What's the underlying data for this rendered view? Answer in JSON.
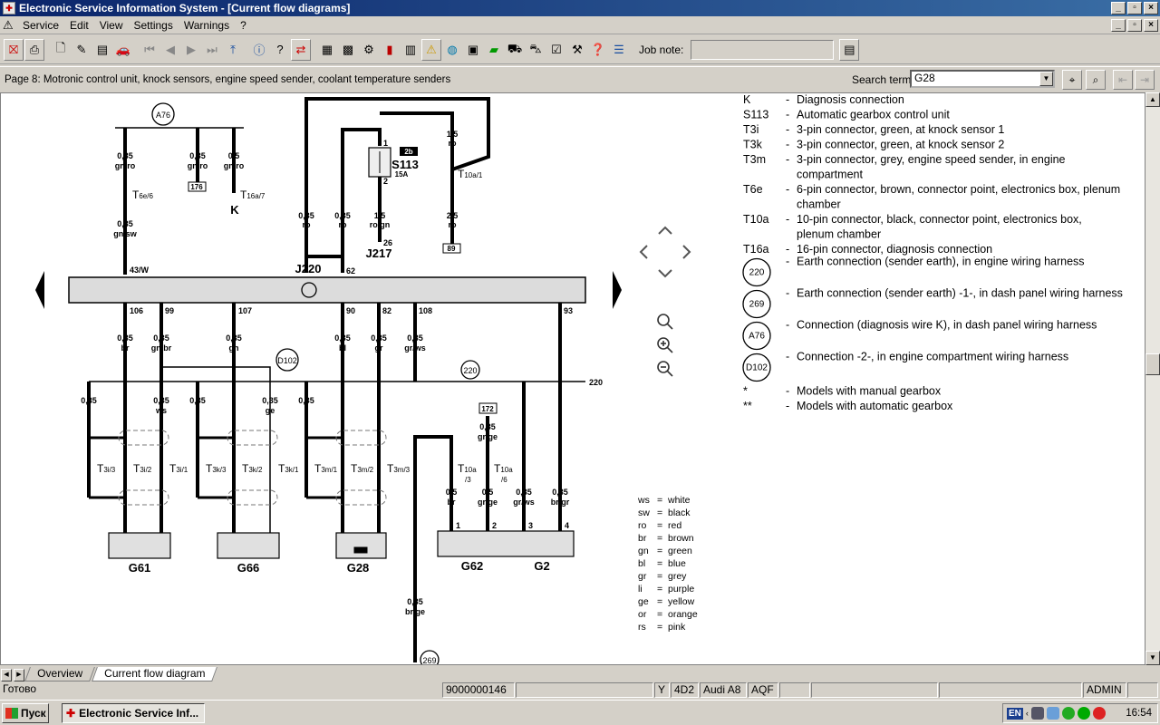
{
  "window": {
    "title": "Electronic Service Information System - [Current flow diagrams]"
  },
  "menu": [
    {
      "label": "Service"
    },
    {
      "label": "Edit"
    },
    {
      "label": "View"
    },
    {
      "label": "Settings"
    },
    {
      "label": "Warnings"
    },
    {
      "label": "?"
    }
  ],
  "toolbar": {
    "job_note_label": "Job note:",
    "job_note_value": ""
  },
  "page": {
    "title": "Page 8: Motronic control unit, knock sensors, engine speed sender, coolant temperature senders"
  },
  "search": {
    "label": "Search term:",
    "value": "G28"
  },
  "diagram": {
    "labels": {
      "a76": "A76",
      "s113": "S113",
      "fuse": "15A",
      "twob": "2b",
      "j220": "J220",
      "j217": "J217",
      "k": "K",
      "g61": "G61",
      "g66": "G66",
      "g28": "G28",
      "g62": "G62",
      "g2": "G2",
      "d102": "D102",
      "e220": "220",
      "e269": "269",
      "n176": "176",
      "n89": "89",
      "n172": "172",
      "n220line": "220"
    },
    "legend": [
      {
        "code": "K",
        "desc": "Diagnosis connection"
      },
      {
        "code": "S113",
        "desc": "Automatic gearbox control unit"
      },
      {
        "code": "T3i",
        "desc": "3-pin connector, green, at knock sensor 1"
      },
      {
        "code": "T3k",
        "desc": "3-pin connector, green, at knock sensor 2"
      },
      {
        "code": "T3m",
        "desc": "3-pin connector, grey, engine speed sender, in engine",
        "desc2": "compartment"
      },
      {
        "code": "T6e",
        "desc": "6-pin connector, brown, connector point, electronics box, plenum",
        "desc2": "chamber"
      },
      {
        "code": "T10a",
        "desc": "10-pin connector, black, connector point, electronics box,",
        "desc2": "plenum chamber"
      },
      {
        "code": "T16a",
        "desc": "16-pin connector, diagnosis connection"
      },
      {
        "code": "220",
        "circle": true,
        "desc": "Earth connection (sender earth), in engine wiring harness"
      },
      {
        "code": "269",
        "circle": true,
        "desc": "Earth connection (sender earth) -1-, in dash panel wiring harness"
      },
      {
        "code": "A76",
        "circle": true,
        "desc": "Connection (diagnosis wire K), in dash panel wiring harness"
      },
      {
        "code": "D102",
        "circle": true,
        "desc": "Connection -2-, in engine compartment wiring harness"
      },
      {
        "code": "*",
        "desc": "Models with manual gearbox"
      },
      {
        "code": "**",
        "desc": "Models with automatic gearbox"
      }
    ],
    "colors": [
      {
        "abbr": "ws",
        "name": "white"
      },
      {
        "abbr": "sw",
        "name": "black"
      },
      {
        "abbr": "ro",
        "name": "red"
      },
      {
        "abbr": "br",
        "name": "brown"
      },
      {
        "abbr": "gn",
        "name": "green"
      },
      {
        "abbr": "bl",
        "name": "blue"
      },
      {
        "abbr": "gr",
        "name": "grey"
      },
      {
        "abbr": "li",
        "name": "purple"
      },
      {
        "abbr": "ge",
        "name": "yellow"
      },
      {
        "abbr": "or",
        "name": "orange"
      },
      {
        "abbr": "rs",
        "name": "pink"
      }
    ]
  },
  "tabs": [
    {
      "label": "Overview"
    },
    {
      "label": "Current flow diagram"
    }
  ],
  "status": {
    "ready": "Готово",
    "doc_id": "9000000146",
    "field_y": "Y",
    "model_code": "4D2",
    "model": "Audi A8",
    "engine": "AQF",
    "user": "ADMIN"
  },
  "taskbar": {
    "start": "Пуск",
    "task": "Electronic Service Inf...",
    "lang": "EN",
    "clock": "16:54"
  }
}
